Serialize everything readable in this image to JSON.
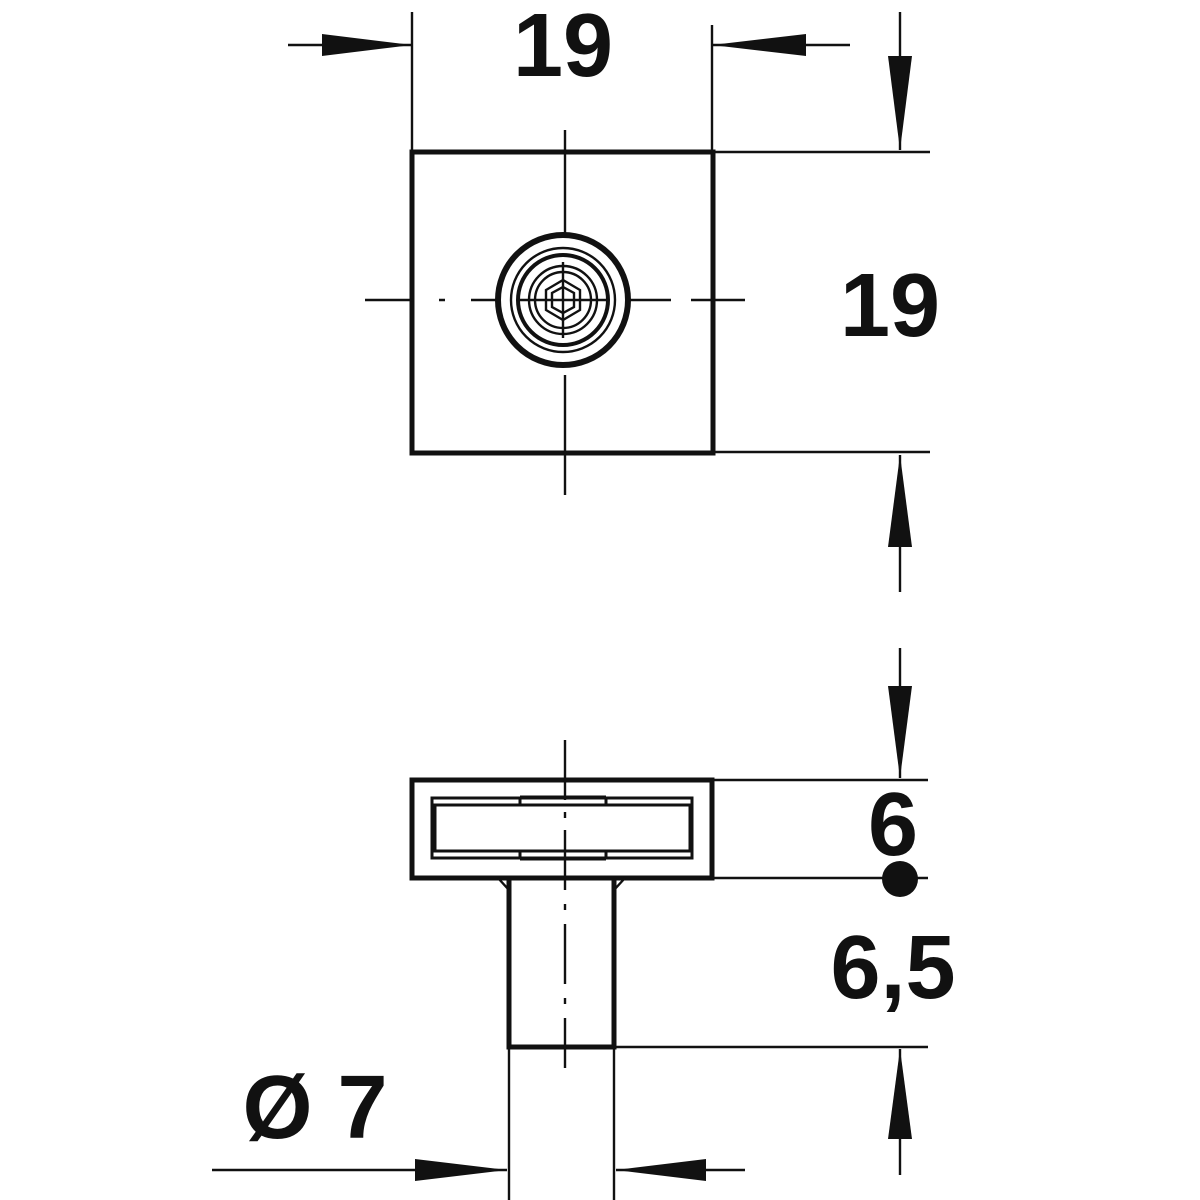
{
  "dimensions": {
    "top_width": "19",
    "top_height": "19",
    "head_height": "6",
    "shank_length": "6,5",
    "shank_diameter": "Ø 7"
  },
  "colors": {
    "line": "#111111",
    "background": "#ffffff"
  }
}
